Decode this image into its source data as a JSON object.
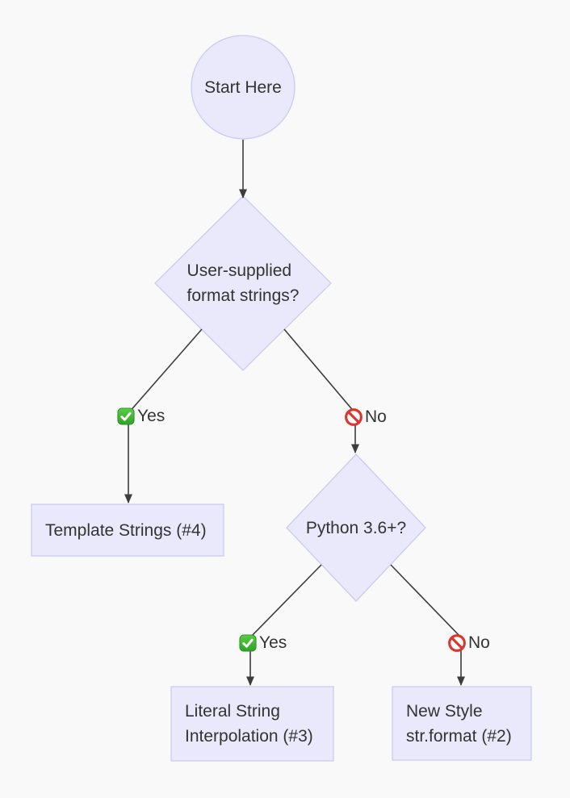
{
  "flowchart": {
    "nodes": {
      "start": {
        "type": "circle",
        "label": "Start Here"
      },
      "decision_user_supplied": {
        "type": "decision",
        "label": "User-supplied\nformat strings?"
      },
      "template_strings": {
        "type": "box",
        "label": "Template Strings (#4)"
      },
      "decision_python36": {
        "type": "decision",
        "label": "Python 3.6+?"
      },
      "literal_interpolation": {
        "type": "box",
        "label": "Literal String\nInterpolation (#3)"
      },
      "new_style_format": {
        "type": "box",
        "label": "New Style\nstr.format (#2)"
      }
    },
    "edge_labels": {
      "yes1": {
        "icon": "check-mark-emoji",
        "text": "Yes"
      },
      "no1": {
        "icon": "no-entry-emoji",
        "text": "No"
      },
      "yes2": {
        "icon": "check-mark-emoji",
        "text": "Yes"
      },
      "no2": {
        "icon": "no-entry-emoji",
        "text": "No"
      }
    },
    "colors": {
      "node_fill": "#e9e9fb",
      "node_border": "#c9cbf0",
      "edge": "#3d3d3d",
      "text": "#333333",
      "background": "#f9f9f9",
      "check_green": "#3fb82f",
      "no_entry_red": "#dd342c"
    }
  }
}
